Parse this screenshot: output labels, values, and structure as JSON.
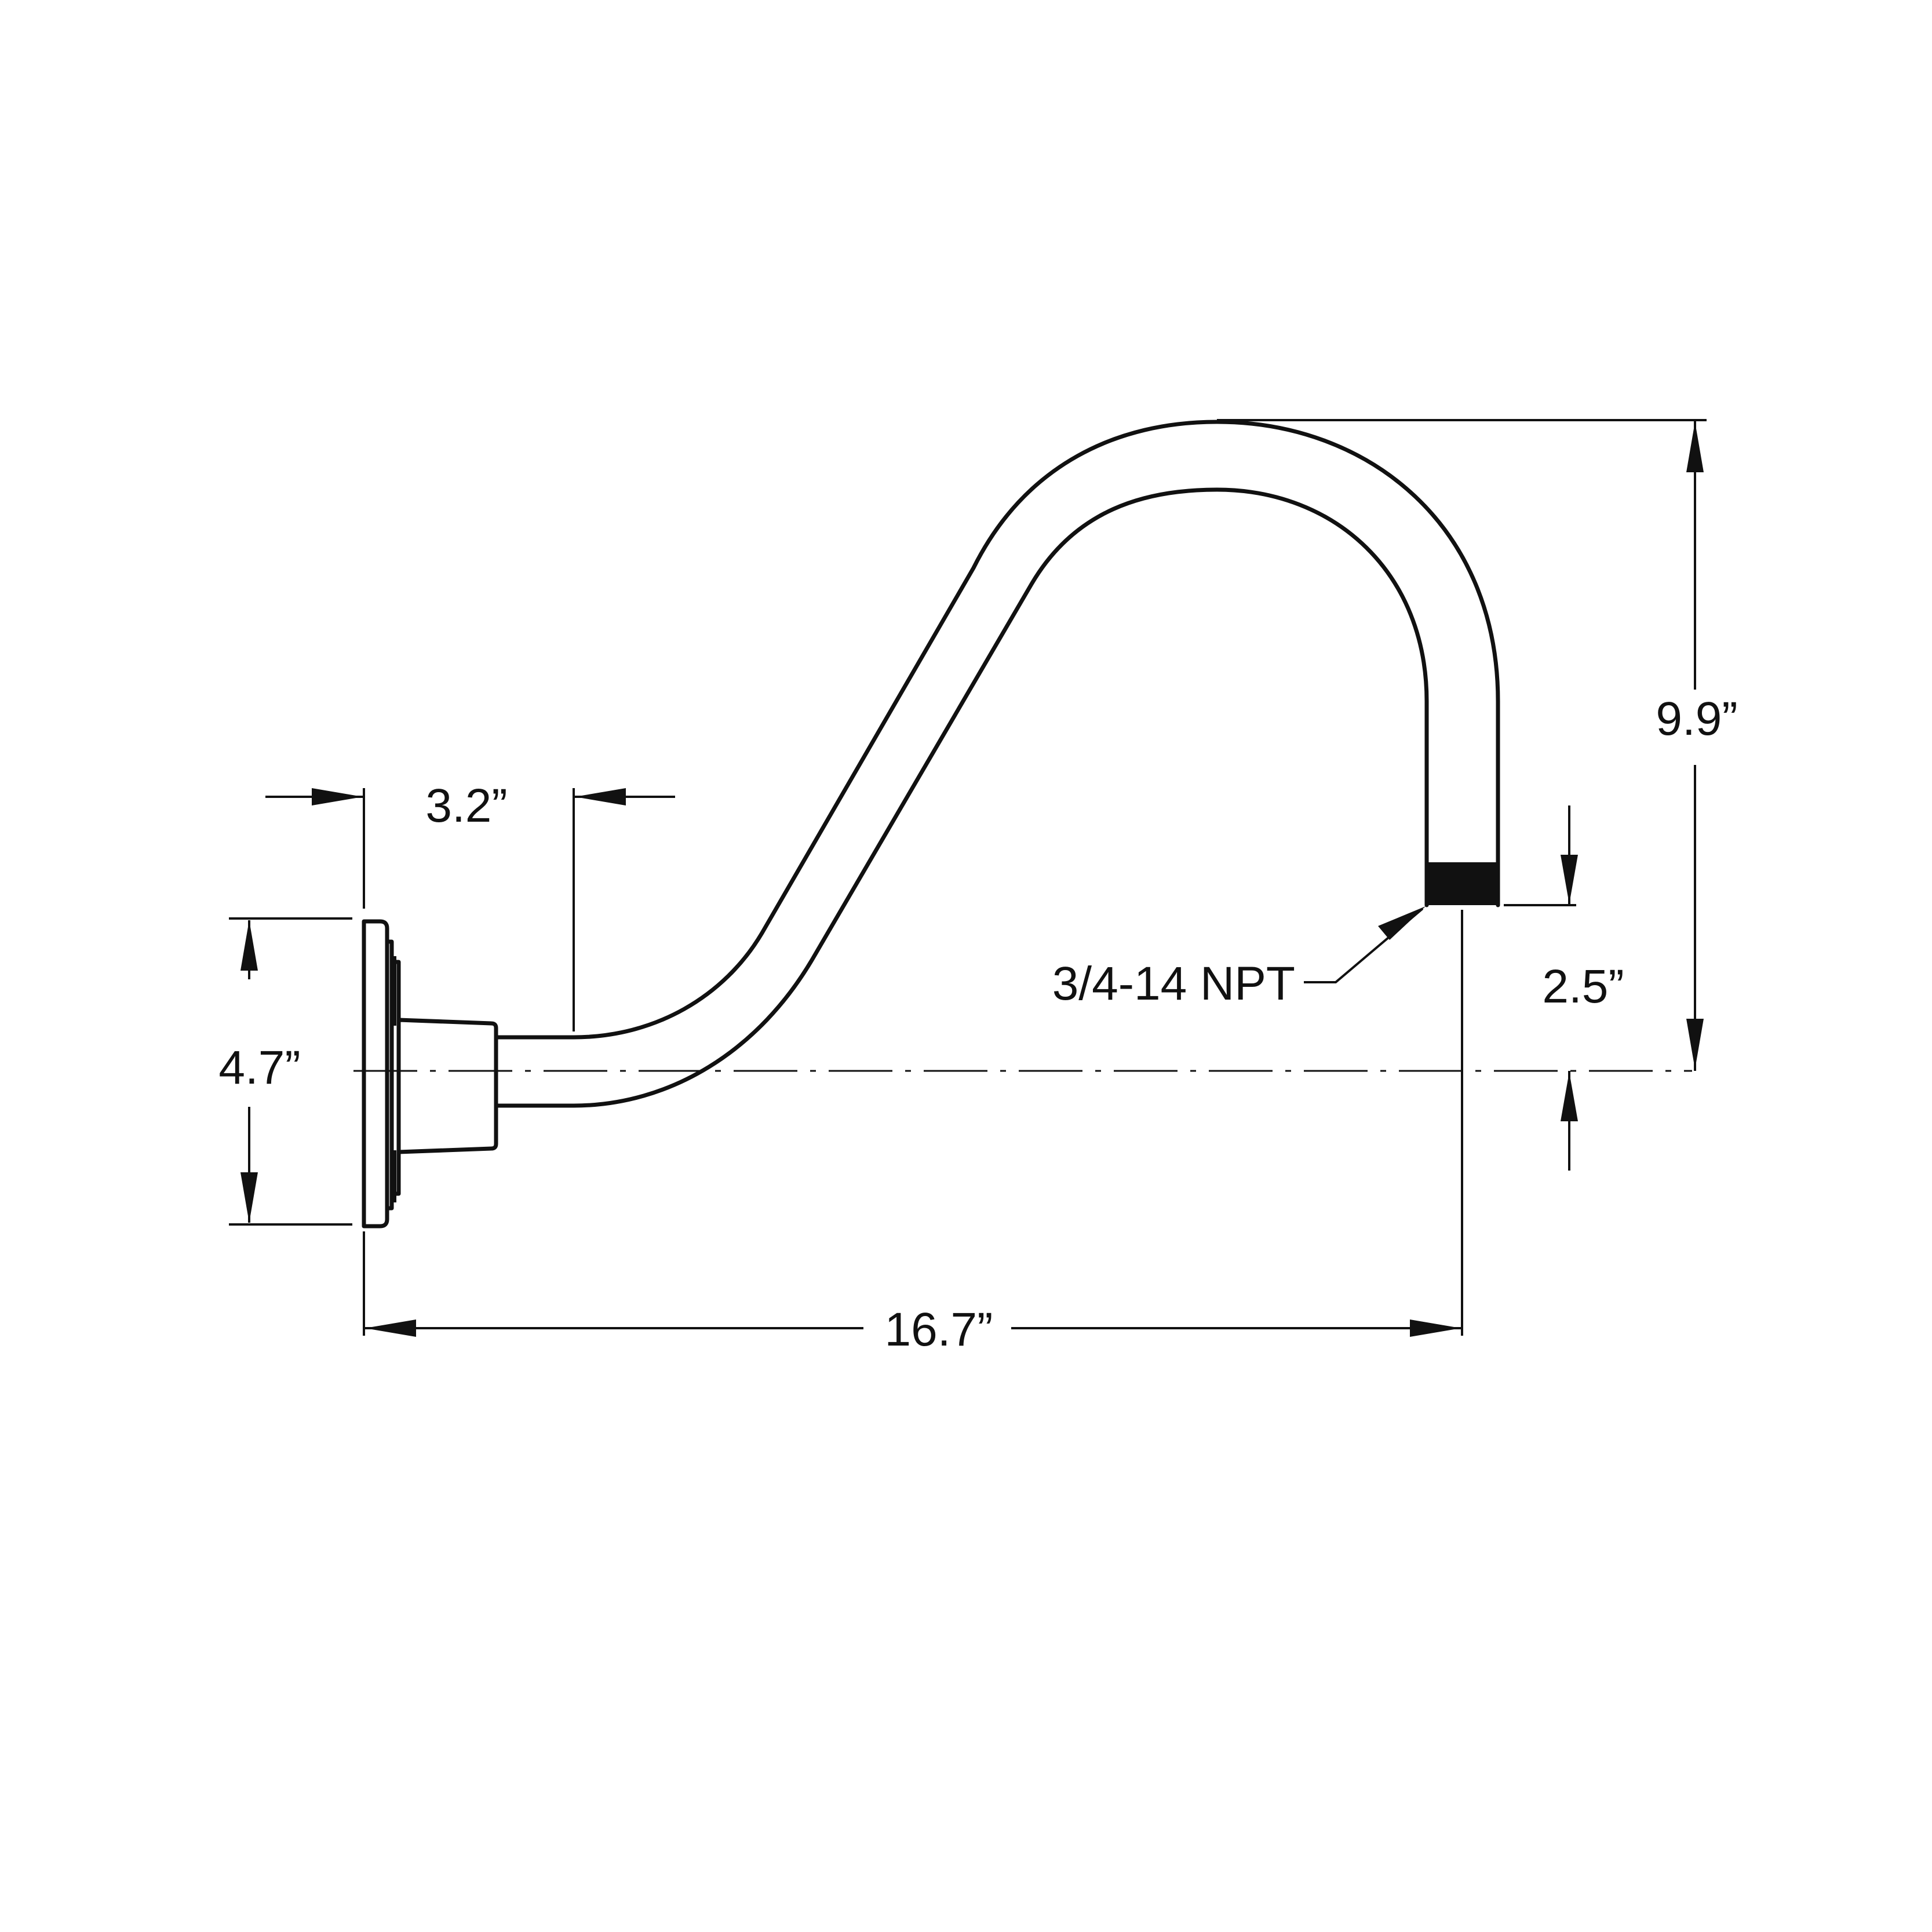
{
  "dimensions": {
    "height_overall": "9.9”",
    "wall_offset": "3.2”",
    "plate_height": "4.7”",
    "drop": "2.5”",
    "projection": "16.7”"
  },
  "callout": {
    "thread": "3/4-14 NPT"
  },
  "colors": {
    "line": "#111111",
    "background": "#ffffff"
  }
}
